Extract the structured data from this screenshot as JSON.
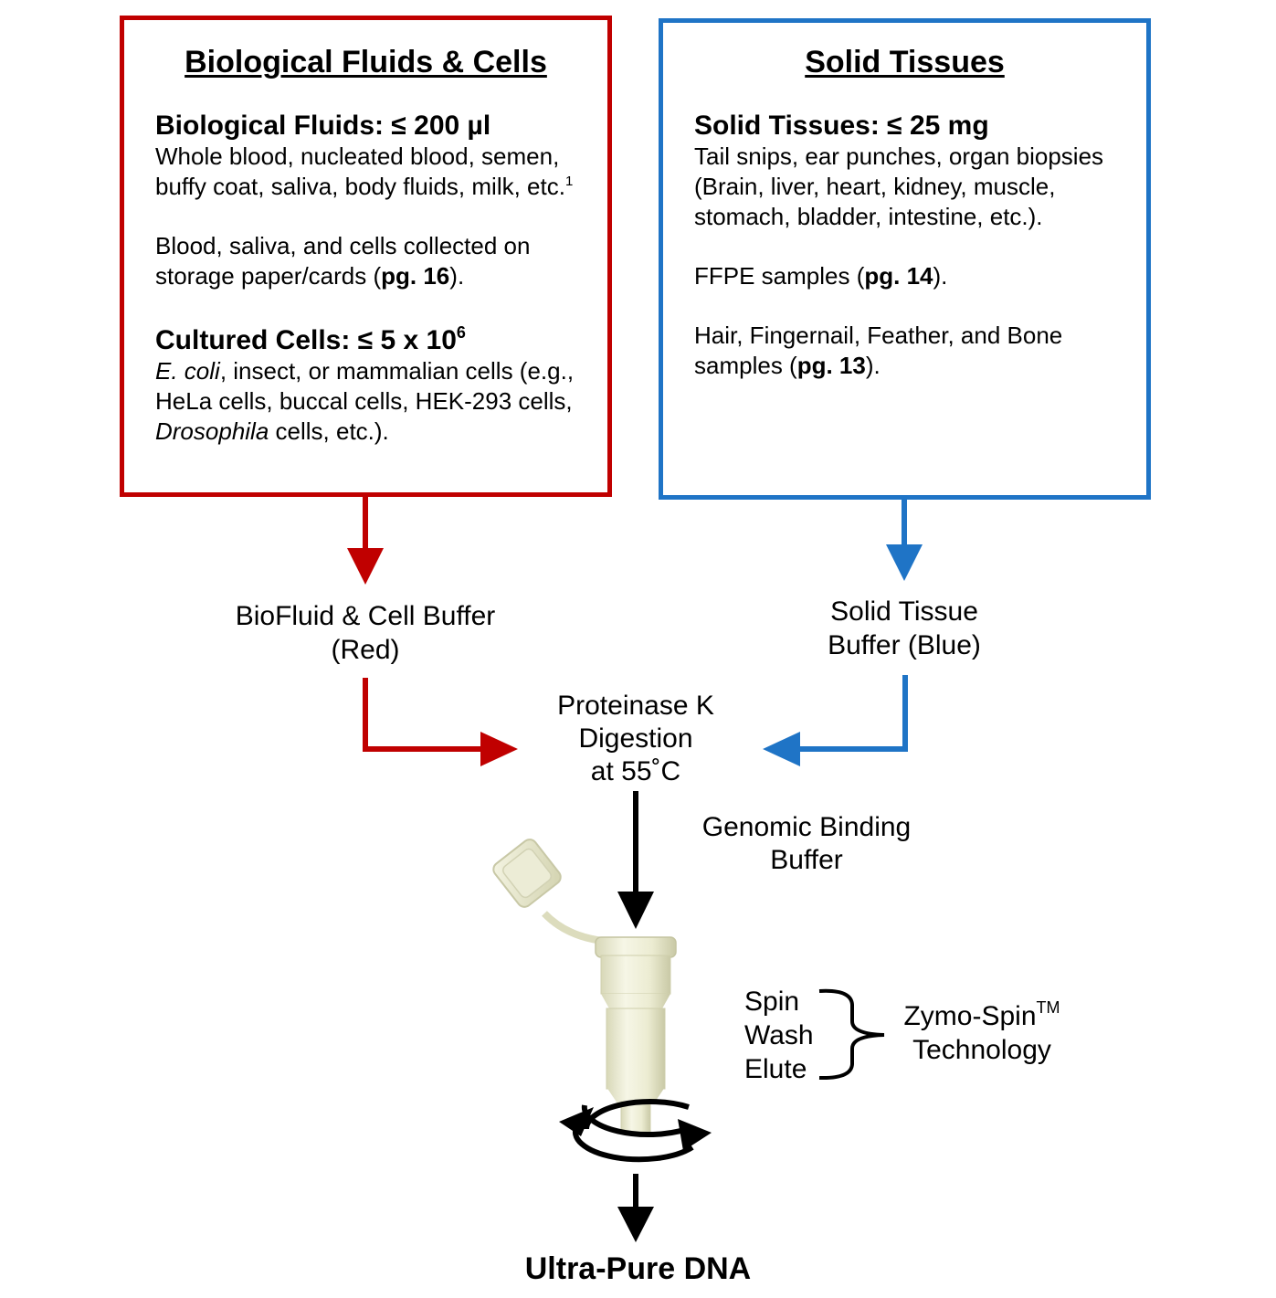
{
  "left_box": {
    "title": "Biological Fluids & Cells",
    "fluids_head": "Biological Fluids: ≤ 200 µl",
    "fluids_text": "Whole blood, nucleated blood, semen, buffy coat, saliva, body fluids, milk, etc.",
    "fluids_note": "1",
    "cards_text_pre": "Blood, saliva, and cells collected on storage paper/cards (",
    "cards_ref": "pg. 16",
    "cards_text_post": ").",
    "cells_head": "Cultured Cells: ≤ 5 x 10",
    "cells_exp": "6",
    "cells_italic_1": "E. coli",
    "cells_text_1": ", insect, or mammalian cells (e.g., HeLa cells, buccal cells, HEK-293 cells, ",
    "cells_italic_2": "Drosophila",
    "cells_text_2": " cells, etc.).",
    "color": "#c00000"
  },
  "right_box": {
    "title": "Solid Tissues",
    "tissues_head": "Solid Tissues: ≤ 25 mg",
    "tissues_text": "Tail snips, ear punches, organ biopsies (Brain, liver, heart, kidney, muscle, stomach, bladder, intestine, etc.).",
    "ffpe_pre": "FFPE samples (",
    "ffpe_ref": "pg. 14",
    "ffpe_post": ").",
    "hair_pre": "Hair, Fingernail, Feather, and Bone samples (",
    "hair_ref": "pg. 13",
    "hair_post": ").",
    "color": "#1f74c6"
  },
  "flow": {
    "red_buffer_line1": "BioFluid & Cell Buffer",
    "red_buffer_line2": "(Red)",
    "blue_buffer_line1": "Solid Tissue",
    "blue_buffer_line2": "Buffer (Blue)",
    "digestion_line1": "Proteinase K",
    "digestion_line2": "Digestion",
    "digestion_line3": "at 55˚C",
    "binding_line1": "Genomic Binding",
    "binding_line2": "Buffer",
    "step_spin": "Spin",
    "step_wash": "Wash",
    "step_elute": "Elute",
    "tech_line1": "Zymo-Spin",
    "tech_tm": "TM",
    "tech_line2": "Technology",
    "final": "Ultra-Pure DNA"
  },
  "icons": [
    "spin-column-image",
    "rotation-arrows-icon",
    "curly-brace-icon"
  ]
}
